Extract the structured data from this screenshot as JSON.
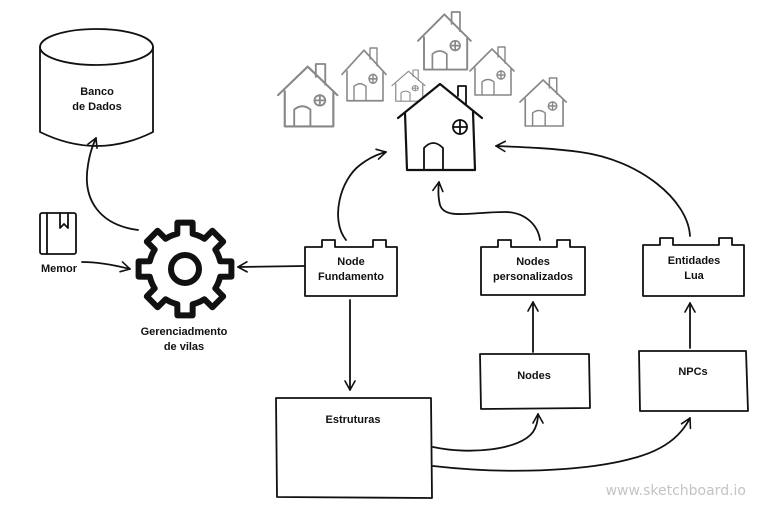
{
  "nodes": {
    "database": "Banco\nde Dados",
    "memory": "Memor",
    "village_manager": "Gerenciadmento\nde vilas",
    "node_foundation": "Node\nFundamento",
    "custom_nodes": "Nodes\npersonalizados",
    "lua_entities": "Entidades\nLua",
    "nodes": "Nodes",
    "npcs": "NPCs",
    "structures": "Estruturas"
  },
  "icons": {
    "database": "database-cylinder-icon",
    "memory": "book-icon",
    "village_manager": "gear-icon",
    "village": "house-icon"
  },
  "watermark": "www.sketchboard.io"
}
